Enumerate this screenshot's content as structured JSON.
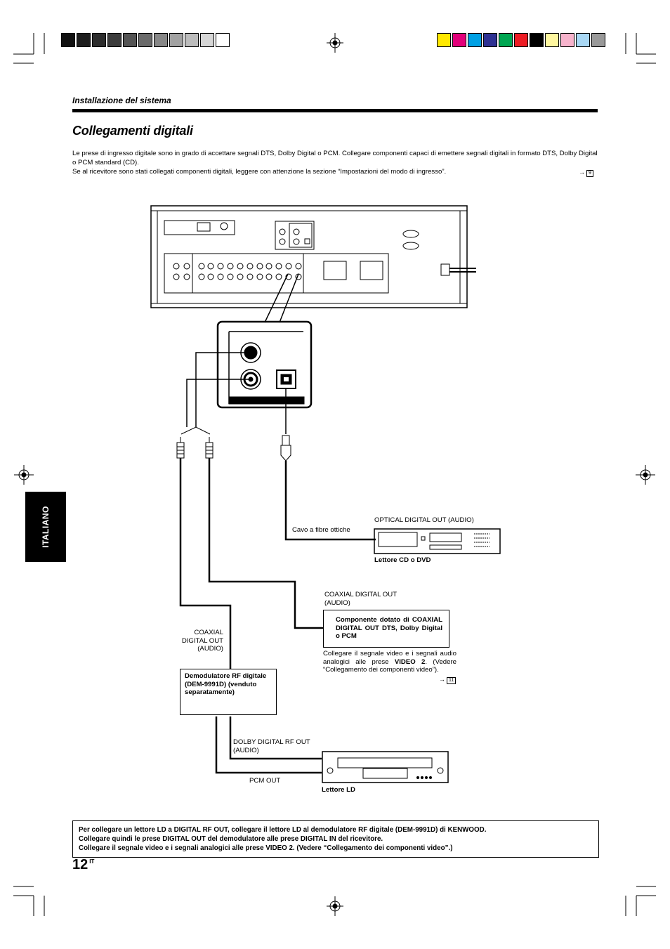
{
  "header": {
    "section": "Installazione del sistema",
    "title": "Collegamenti digitali"
  },
  "intro": {
    "line1": "Le prese di ingresso digitale sono in grado di accettare segnali DTS, Dolby Digital o PCM. Collegare componenti capaci di emettere segnali digitali in formato DTS, Dolby Digital o PCM standard (CD).",
    "line2": "Se al ricevitore sono stati collegati componenti digitali, leggere con attenzione la sezione “Impostazioni del modo di ingresso”.",
    "ref1": "9"
  },
  "diagram": {
    "fiber_cable": "Cavo a fibre ottiche",
    "optical_out": "OPTICAL DIGITAL OUT (AUDIO)",
    "cd_player": "Lettore CD o DVD",
    "coax_out_component": "COAXIAL DIGITAL OUT (AUDIO)",
    "component_box": "Componente dotato di COAXIAL DIGITAL OUT DTS, Dolby Digital o PCM",
    "component_note_a": "Collegare il segnale video e i segnali audio analogici alle prese ",
    "component_note_bold": "VIDEO 2",
    "component_note_b": ". (Vedere “Collegamento dei componenti video”).",
    "ref2": "11",
    "coax_out_demod": "COAXIAL DIGITAL OUT (AUDIO)",
    "demod_box": "Demodulatore RF digitale (DEM-9991D) (venduto separatamente)",
    "dolby_rf_out": "DOLBY DIGITAL RF OUT (AUDIO)",
    "pcm_out": "PCM OUT",
    "ld_player": "Lettore LD"
  },
  "footer": {
    "line1": "Per collegare un lettore LD a DIGITAL RF OUT, collegare il lettore LD al demodulatore RF digitale (DEM-9991D) di KENWOOD.",
    "line2": "Collegare quindi le prese DIGITAL OUT del demodulatore alle prese DIGITAL IN del ricevitore.",
    "line3": "Collegare il segnale video e i segnali analogici alle prese VIDEO 2. (Vedere “Collegamento dei componenti video”.)"
  },
  "page": {
    "number": "12",
    "lang": "IT"
  },
  "side_tab": "ITALIANO",
  "colors": {
    "gray_bar": [
      "#111111",
      "#1e1e1e",
      "#2e2e2e",
      "#3c3c3c",
      "#545454",
      "#6a6a6a",
      "#878787",
      "#a2a2a2",
      "#bcbcbc",
      "#d6d6d6",
      "#ffffff"
    ],
    "color_bar": [
      "#ffe800",
      "#e2007a",
      "#00a0e4",
      "#2e3192",
      "#00a651",
      "#ed1c24",
      "#000000",
      "#fff7a0",
      "#f7b3cc",
      "#a9d8f5",
      "#999999"
    ]
  }
}
